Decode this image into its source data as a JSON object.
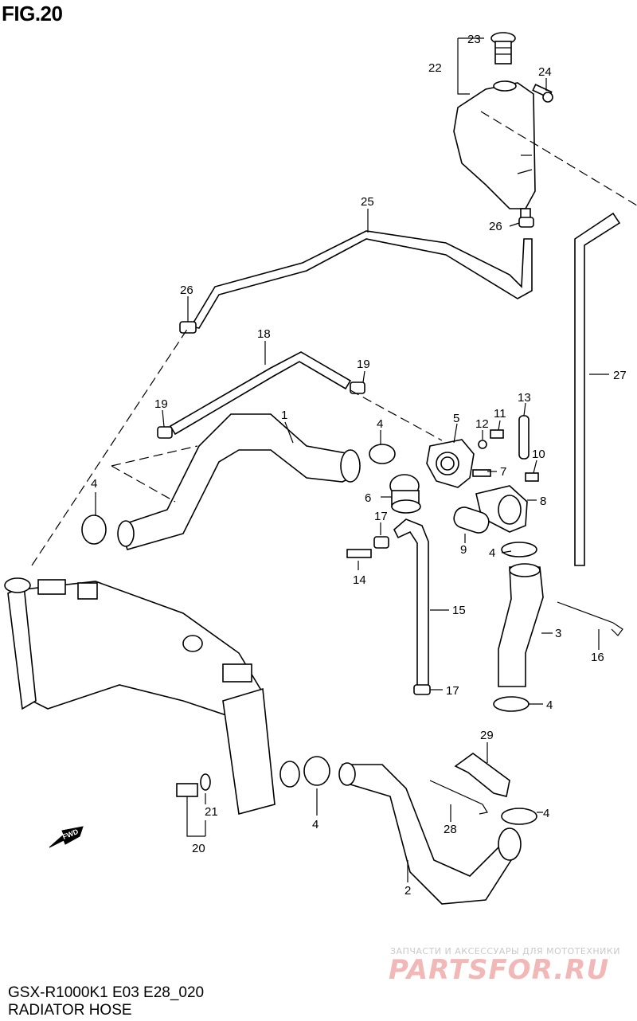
{
  "figure": {
    "title": "FIG.20",
    "model_code": "GSX-R1000K1 E03 E28_020",
    "name": "RADIATOR HOSE",
    "fwd_label": "FWD"
  },
  "watermark": {
    "tagline": "ЗАПЧАСТИ И АКСЕССУАРЫ ДЛЯ МОТОТЕХНИКИ",
    "brand": "PARTSFOR.RU"
  },
  "callouts": [
    "1",
    "2",
    "3",
    "4",
    "5",
    "6",
    "7",
    "8",
    "9",
    "10",
    "11",
    "12",
    "13",
    "14",
    "15",
    "16",
    "17",
    "18",
    "19",
    "20",
    "21",
    "22",
    "23",
    "24",
    "25",
    "26",
    "27",
    "28",
    "29"
  ]
}
